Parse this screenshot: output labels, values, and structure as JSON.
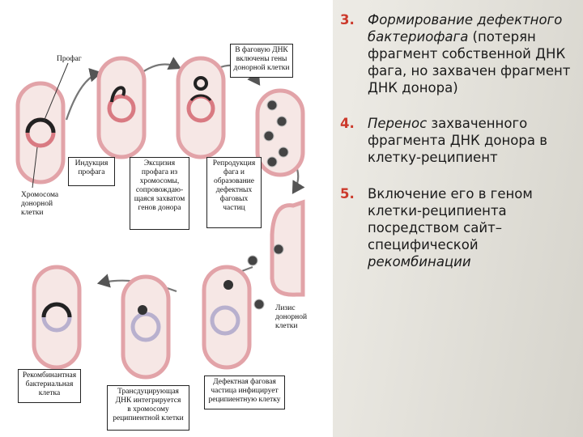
{
  "labels": {
    "prophage": "Профаг",
    "chromosome": "Хромосома\nдонорной\nклетки",
    "induction": "Индукция\nпрофага",
    "excision": "Эксцизия\nпрофага из\nхромосомы,\nсопровождаю-\nщаяся захватом\nгенов донора",
    "genes_included": "В фаговую ДНК\nвключены гены\nдонорной клетки",
    "reproduction": "Репродукция\nфага и\nобразование\nдефектных\nфаговых\nчастиц",
    "lysis": "Лизис\nдонорной\nклетки",
    "recombinant": "Рекомбинантная\nбактериальная\nклетка",
    "transduced_dna": "Трансдуцирующая\nДНК интегрируется\nв хромосому\nреципиентной клетки",
    "defective_particle": "Дефектная фаговая\nчастица инфицирует\nреципиентную клетку"
  },
  "points": [
    {
      "number": "3.",
      "italic": "Формирование дефектного бактериофага",
      "rest": " (потерян фрагмент собственной ДНК фага, но захвачен фрагмент ДНК донора)"
    },
    {
      "number": "4.",
      "italic": "Перенос",
      "rest": " захваченного фрагмента ДНК донора в клетку-реципиент"
    },
    {
      "number": "5.",
      "prefix": "Включение его в геном клетки-реципиента посредством сайт–специфической ",
      "italic": "рекомбинации"
    }
  ],
  "colors": {
    "number": "#cc3a2c",
    "cell_fill": "#f6e7e5",
    "cell_border": "#e2a3a8"
  }
}
